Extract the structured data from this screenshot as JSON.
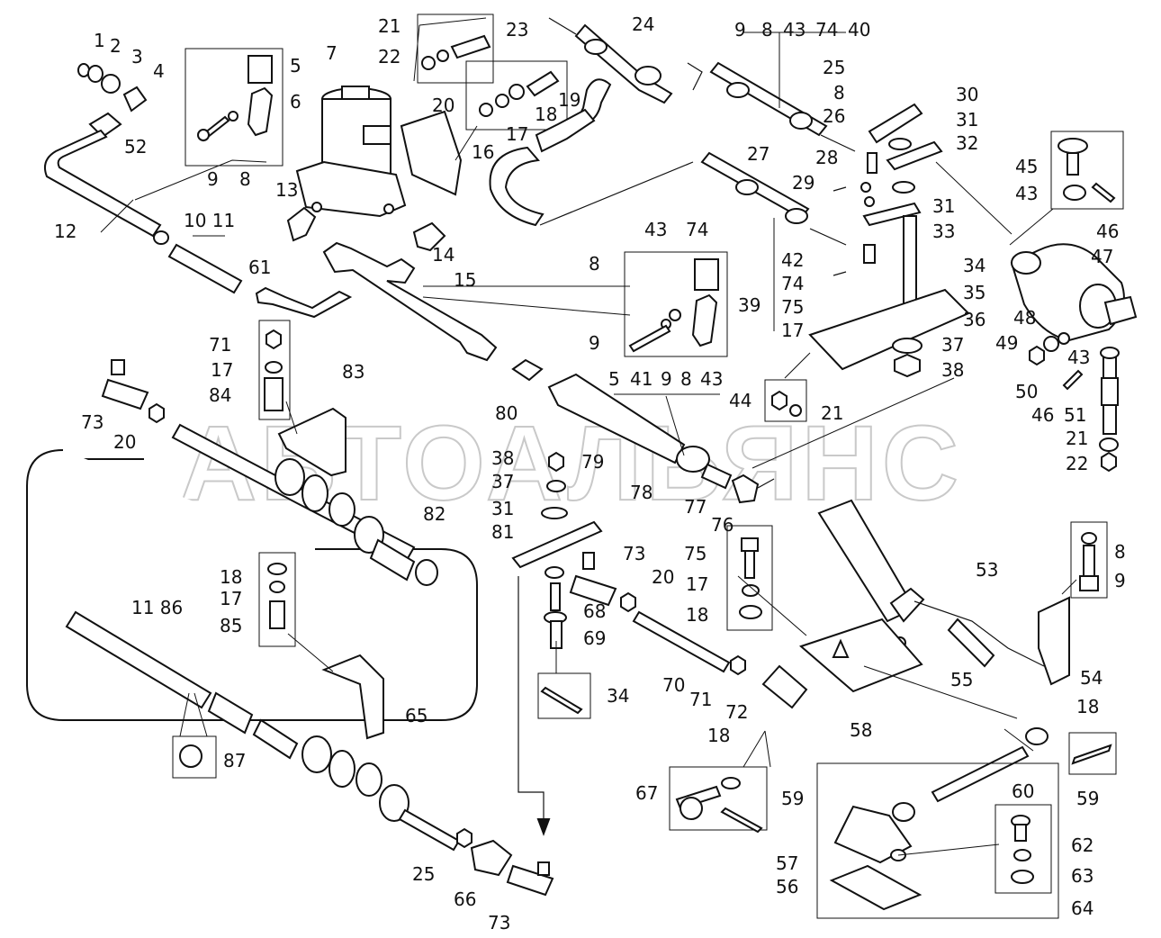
{
  "watermark": "АВТОАЛЬЯНС",
  "callouts": [
    "1",
    "2",
    "3",
    "4",
    "52",
    "5",
    "6",
    "9",
    "8",
    "7",
    "12",
    "10 11",
    "61",
    "13",
    "14",
    "15",
    "21",
    "22",
    "23",
    "20",
    "19",
    "18",
    "17",
    "16",
    "24",
    "9",
    "8",
    "43",
    "74",
    "40",
    "25",
    "8",
    "26",
    "30",
    "31",
    "32",
    "28",
    "29",
    "27",
    "31",
    "33",
    "34",
    "35",
    "36",
    "37",
    "38",
    "42",
    "74",
    "75",
    "17",
    "45",
    "43",
    "46",
    "47",
    "48",
    "49",
    "43",
    "46",
    "51",
    "50",
    "21",
    "22",
    "8",
    "43",
    "74",
    "39",
    "9",
    "5",
    "41",
    "9",
    "8",
    "43",
    "80",
    "44",
    "21",
    "71",
    "17",
    "84",
    "83",
    "73",
    "20",
    "38",
    "79",
    "37",
    "78",
    "77",
    "76",
    "31",
    "81",
    "82",
    "73",
    "20",
    "75",
    "17",
    "18",
    "53",
    "8",
    "9",
    "54",
    "55",
    "68",
    "69",
    "34",
    "70",
    "71",
    "72",
    "18",
    "17",
    "85",
    "65",
    "11 86",
    "87",
    "58",
    "18",
    "59",
    "18",
    "60",
    "67",
    "59",
    "62",
    "63",
    "64",
    "57",
    "56",
    "25",
    "66",
    "73"
  ]
}
